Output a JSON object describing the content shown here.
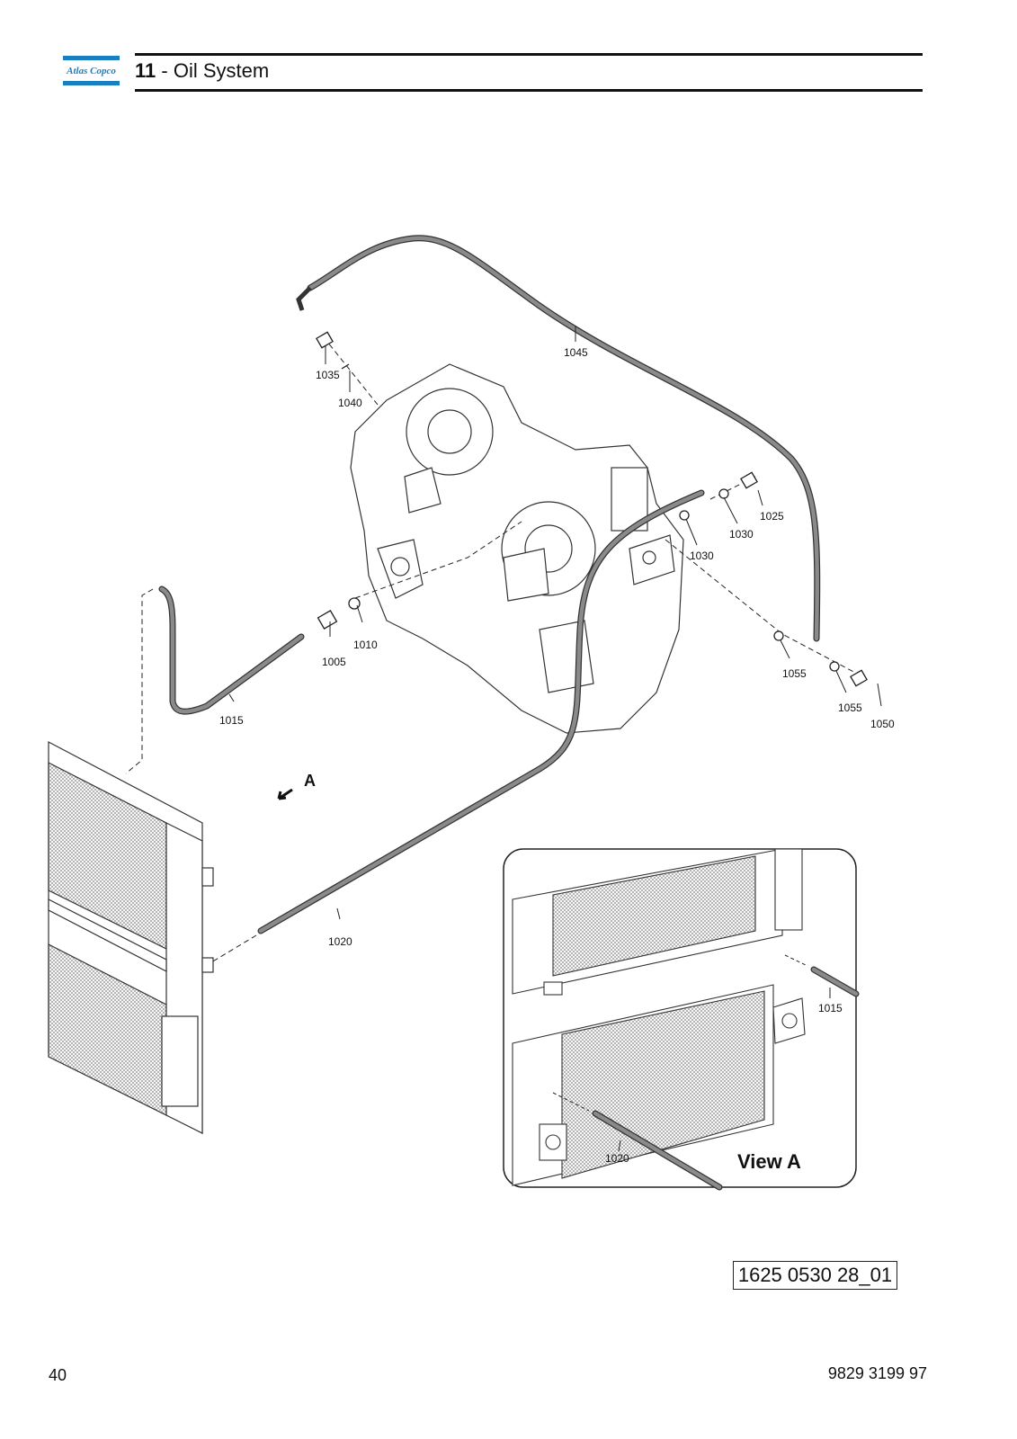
{
  "header": {
    "logo_text": "Atlas Copco",
    "section_number": "11",
    "section_separator": " - ",
    "section_title": "Oil System"
  },
  "drawing": {
    "callouts": [
      "1005",
      "1010",
      "1015",
      "1020",
      "1025",
      "1030",
      "1030",
      "1035",
      "1040",
      "1045",
      "1050",
      "1055",
      "1055"
    ],
    "view_marker": "A",
    "inset": {
      "title": "View A",
      "callouts": [
        "1015",
        "1020"
      ]
    }
  },
  "figure_reference": "1625 0530 28_01",
  "footer": {
    "page_number": "40",
    "document_number": "9829 3199 97"
  },
  "colors": {
    "logo_blue": "#1a7fc1",
    "hose_gray": "#8a8a8a",
    "line": "#222222"
  }
}
